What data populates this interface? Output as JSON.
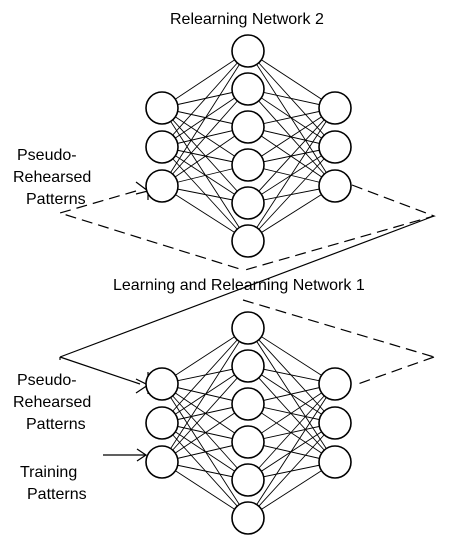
{
  "network2": {
    "title": "Relearning Network 2",
    "left_label_line1": "Pseudo-",
    "left_label_line2": "Rehearsed",
    "left_label_line3": "Patterns",
    "layers": [
      3,
      6,
      3
    ]
  },
  "network1": {
    "title": "Learning and Relearning Network 1",
    "left_label_line1": "Pseudo-",
    "left_label_line2": "Rehearsed",
    "left_label_line3": "Patterns",
    "training_line1": "Training",
    "training_line2": "Patterns",
    "layers": [
      3,
      6,
      3
    ]
  }
}
